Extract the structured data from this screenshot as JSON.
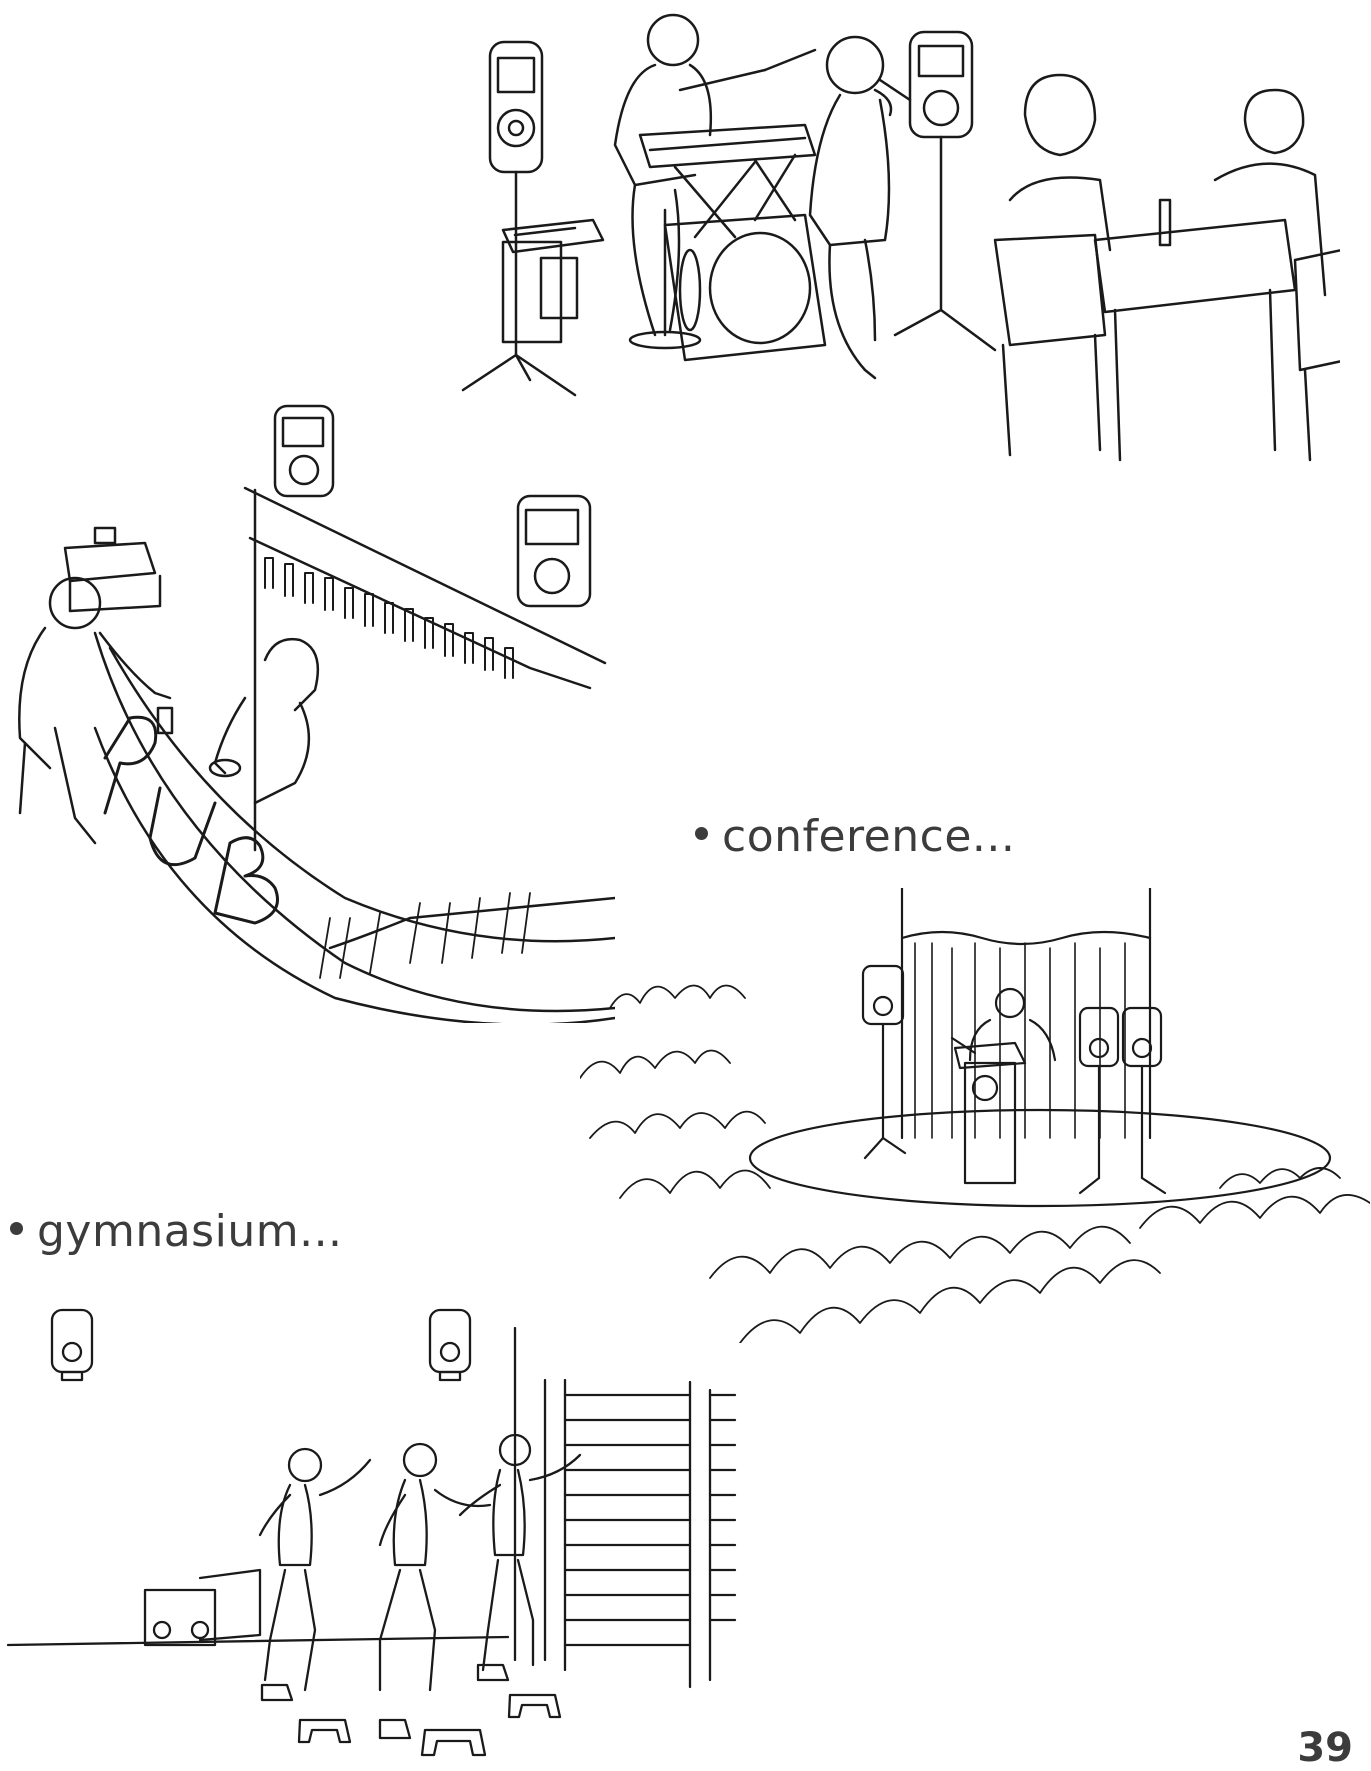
{
  "captions": {
    "conference": "conference...",
    "gymnasium": "gymnasium..."
  },
  "page_number": "39",
  "scenes": {
    "concert": {
      "illustration": "live-band-restaurant-illustration"
    },
    "pub": {
      "illustration": "pub-bar-illustration",
      "sign": "PUB"
    },
    "conference": {
      "illustration": "conference-speaker-illustration"
    },
    "gymnasium": {
      "illustration": "gymnasium-aerobics-illustration"
    }
  },
  "colors": {
    "ink": "#1a1a1a",
    "text": "#3c3c3c",
    "background": "#ffffff"
  }
}
